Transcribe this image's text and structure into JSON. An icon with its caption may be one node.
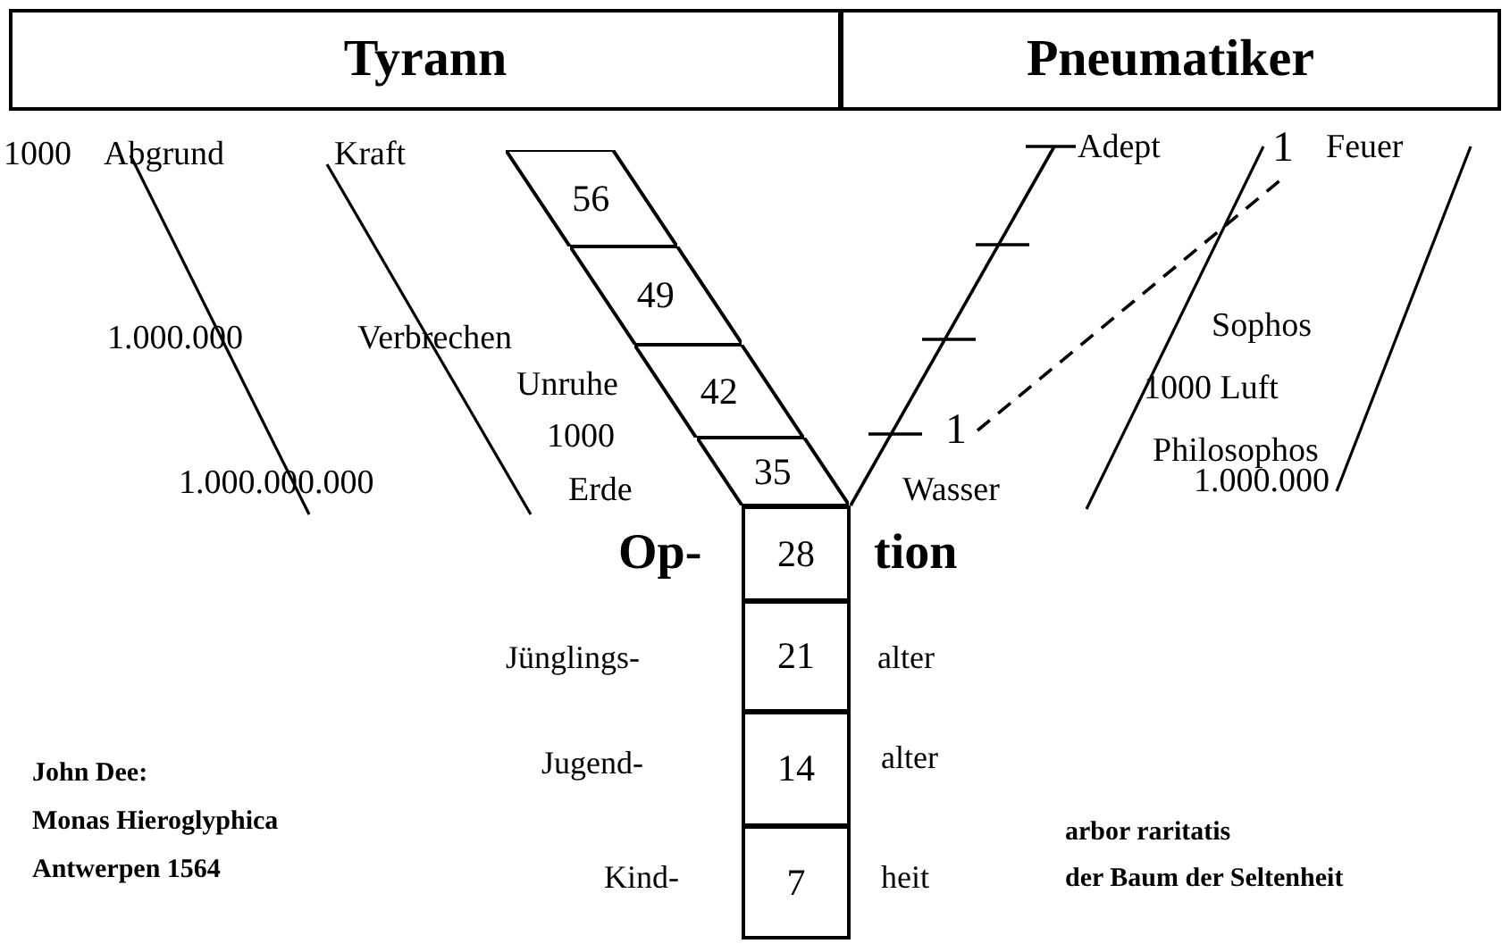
{
  "diagram": {
    "nodes": [
      {
        "text": [
          "Tyrann"
        ]
      },
      {
        "text": [
          "Pneumatiker"
        ]
      },
      {
        "text": [
          "56"
        ]
      },
      {
        "text": [
          "49"
        ]
      },
      {
        "text": [
          "42"
        ]
      },
      {
        "text": [
          "35"
        ]
      },
      {
        "text": [
          "28"
        ]
      },
      {
        "text": [
          "21"
        ]
      },
      {
        "text": [
          "14"
        ]
      },
      {
        "text": [
          "7"
        ]
      },
      {
        "text": [
          "1"
        ]
      },
      {
        "text": [
          "1"
        ]
      }
    ],
    "edges": [
      {
        "from": 11,
        "to": 10,
        "arrow": "none",
        "style": "dashed"
      }
    ],
    "labels": [
      "1000",
      "Abgrund",
      "Kraft",
      "Adept",
      "Feuer",
      "1.000.000",
      "Verbrechen",
      "Sophos",
      "Unruhe",
      "1000 Luft",
      "1000",
      "Philosophos",
      "1.000.000.000",
      "Erde",
      "Wasser",
      "1.000.000",
      "Op-",
      "tion",
      "Jünglings-",
      "alter",
      "John Dee:",
      "Jugend-",
      "alter",
      "Monas Hieroglyphica",
      "arbor raritatis",
      "Antwerpen 1564",
      "Kind-",
      "heit",
      "der Baum der Seltenheit"
    ]
  }
}
